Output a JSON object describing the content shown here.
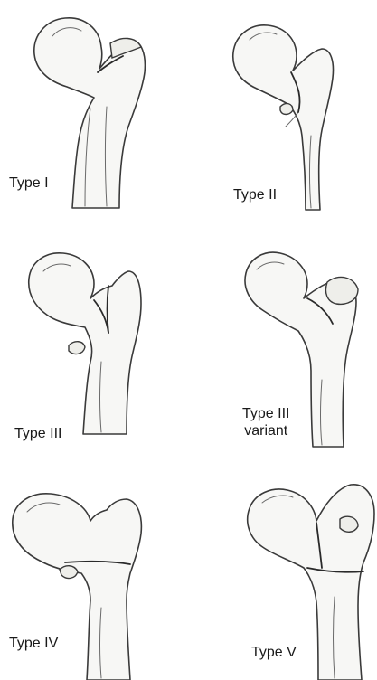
{
  "panels": [
    {
      "label_line1": "Type I",
      "label_line2": ""
    },
    {
      "label_line1": "Type II",
      "label_line2": ""
    },
    {
      "label_line1": "Type III",
      "label_line2": ""
    },
    {
      "label_line1": "Type III",
      "label_line2": "variant"
    },
    {
      "label_line1": "Type IV",
      "label_line2": ""
    },
    {
      "label_line1": "Type V",
      "label_line2": ""
    }
  ]
}
